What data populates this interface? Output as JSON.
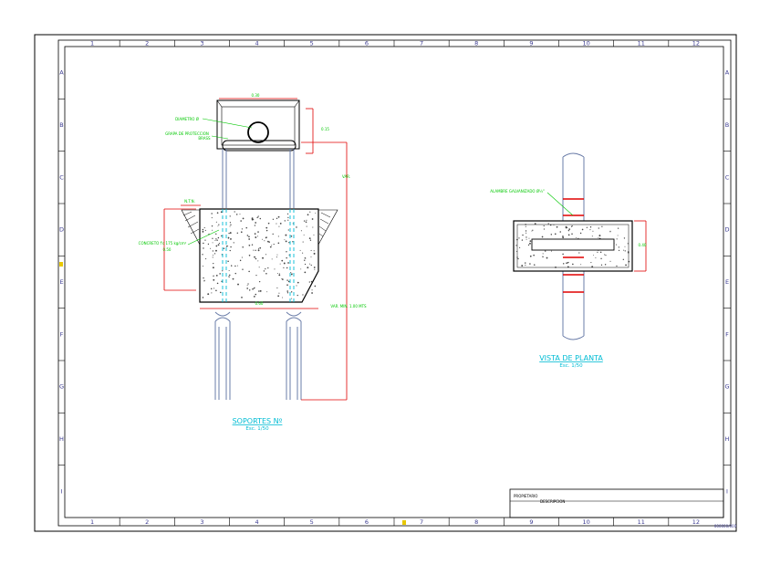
{
  "sheet": {
    "grid_numbers": [
      "1",
      "2",
      "3",
      "4",
      "5",
      "6",
      "7",
      "8",
      "9",
      "10",
      "11",
      "12"
    ],
    "grid_letters": [
      "A",
      "B",
      "C",
      "D",
      "E",
      "F",
      "G",
      "H",
      "I"
    ],
    "footer_code": "000000/000"
  },
  "soporte": {
    "title": "SOPORTES Nº",
    "scale": "Esc. 1/50",
    "label_diametro": "DIAMETRO Ø",
    "label_grapa_1": "GRAPA DE PROTECCION",
    "label_grapa_2": "BRASS",
    "label_ntn": "N.T.N.",
    "label_concreto": "CONCRETO f'c 175 kg/cm²",
    "label_dim_top": "0.30",
    "label_dim_right": "0.15",
    "label_dim_height": "VAR.",
    "label_dim_base": "0.60",
    "label_dim_left": "0.50",
    "label_dim_embed": "VAR. MIN. 1.00 MTS"
  },
  "planta": {
    "title": "VISTA DE PLANTA",
    "scale": "Esc. 1/50",
    "label_elemento": "ALAMBRE GALVANIZADO Ø¼\"",
    "label_dim": "0.40"
  },
  "title_block": {
    "row1": "PROPIETARIO",
    "row2": "DESCRIPCION"
  },
  "colors": {
    "border": "#000000",
    "green": "#00c800",
    "red": "#e00000",
    "cyan": "#00bcd4",
    "pipe": "#6a7ca8",
    "grid": "#3a3a90"
  }
}
